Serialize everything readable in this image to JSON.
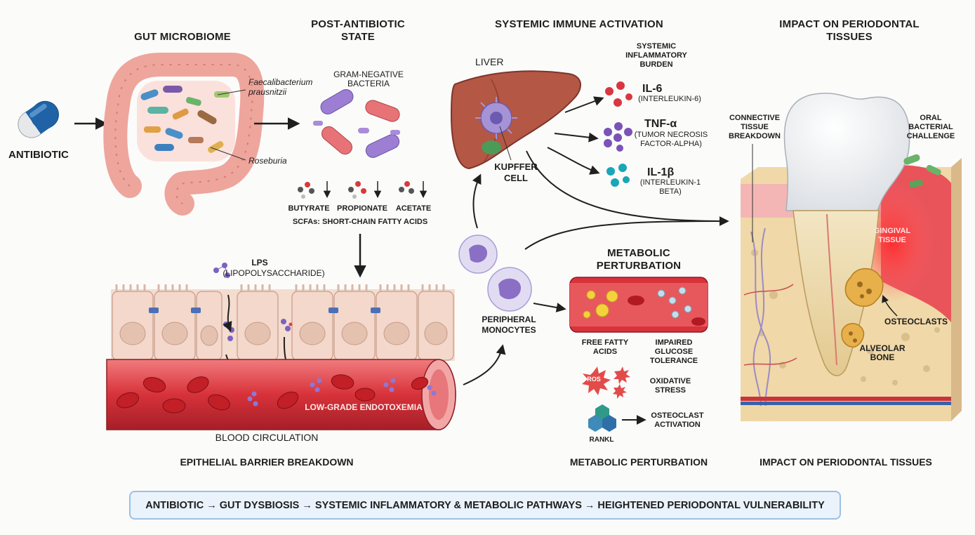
{
  "panels": {
    "gut_microbiome": "GUT MICROBIOME",
    "post_antibiotic": "POST-ANTIBIOTIC STATE",
    "systemic_immune": "SYSTEMIC IMMUNE ACTIVATION",
    "impact_periodontal": "IMPACT ON PERIODONTAL TISSUES"
  },
  "antibiotic": "ANTIBIOTIC",
  "species": {
    "faecali": "Faecalibacterium prausnitzii",
    "roseburia": "Roseburia"
  },
  "gram_negative": "GRAM-NEGATIVE BACTERIA",
  "scfas": {
    "butyrate": "BUTYRATE",
    "propionate": "PROPIONATE",
    "acetate": "ACETATE",
    "caption": "SCFAs: SHORT-CHAIN FATTY ACIDS"
  },
  "lps": {
    "abbr": "LPS",
    "full": "(LIPOPOLYSACCHARIDE)"
  },
  "endotoxemia": "LOW-GRADE ENDOTOXEMIA",
  "blood_circulation": "BLOOD CIRCULATION",
  "liver": "LIVER",
  "kupffer": "KUPFFER CELL",
  "peripheral_monocytes": "PERIPHERAL MONOCYTES",
  "systemic_burden": "SYSTEMIC INFLAMMATORY BURDEN",
  "cytokines": [
    {
      "name": "IL-6",
      "full": "(INTERLEUKIN-6)"
    },
    {
      "name": "TNF-α",
      "full": "(TUMOR NECROSIS FACTOR-ALPHA)"
    },
    {
      "name": "IL-1β",
      "full": "(INTERLEUKIN-1 BETA)"
    }
  ],
  "metabolic": {
    "title": "METABOLIC PERTURBATION",
    "ffa": "FREE FATTY ACIDS",
    "glucose": "IMPAIRED GLUCOSE TOLERANCE",
    "ros": "ROS",
    "oxidative": "OXIDATIVE STRESS",
    "rankl": "RANKL",
    "osteoclast_activation": "OSTEOCLAST ACTIVATION"
  },
  "periodontal": {
    "connective": "CONNECTIVE TISSUE BREAKDOWN",
    "oral_challenge": "ORAL BACTERIAL CHALLENGE",
    "gingival": "GINGIVAL TISSUE",
    "osteoclasts": "OSTEOCLASTS",
    "alveolar": "ALVEOLAR BONE"
  },
  "captions": {
    "epithelial": "EPITHELIAL BARRIER BREAKDOWN",
    "metabolic": "METABOLIC PERTURBATION",
    "impact": "IMPACT ON PERIODONTAL TISSUES"
  },
  "summary": "ANTIBIOTIC → GUT DYSBIOSIS → SYSTEMIC INFLAMMATORY & METABOLIC PATHWAYS → HEIGHTENED PERIODONTAL VULNERABILITY",
  "colors": {
    "blood": "#d8323a",
    "liver": "#b45745",
    "gum": "#e9535a",
    "capsule_blue": "#1f63a6",
    "il6": "#d8373f",
    "tnf": "#7b52b8",
    "il1b": "#19a6b7"
  }
}
